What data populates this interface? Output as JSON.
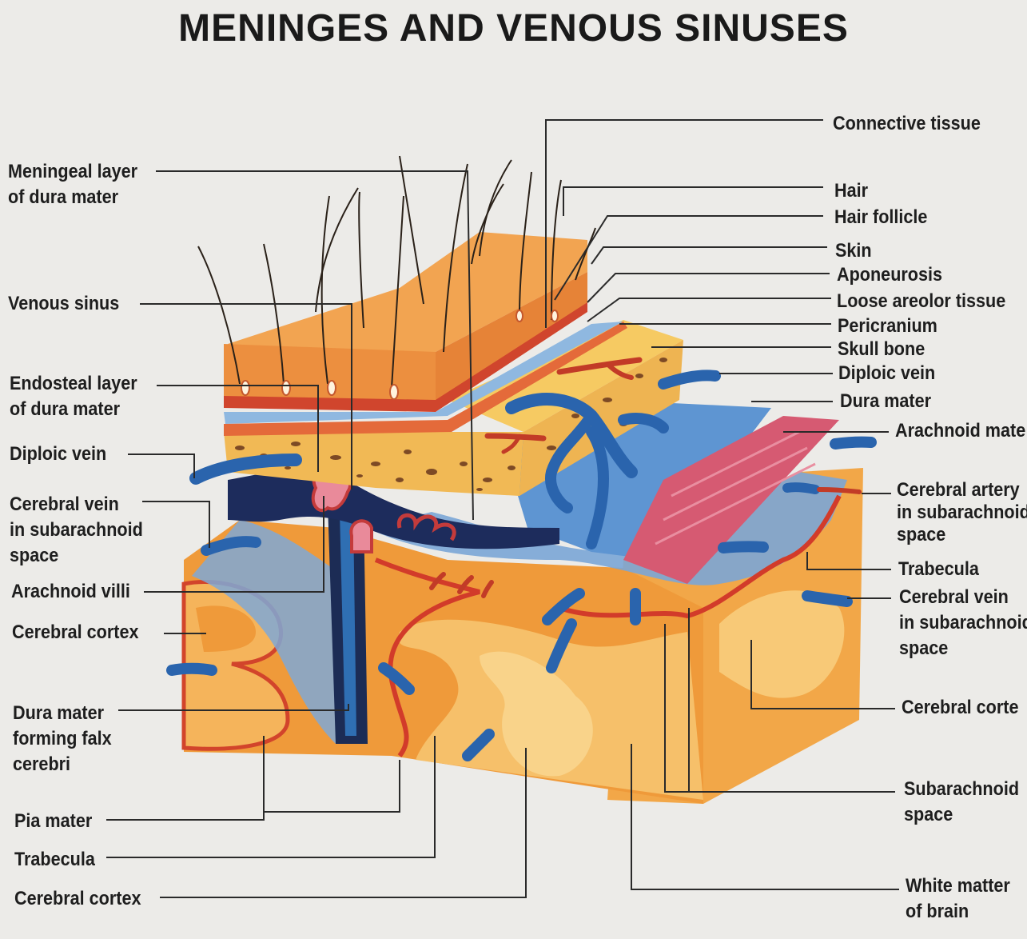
{
  "title": "MENINGES AND VENOUS SINUSES",
  "labels": {
    "connective_tissue": "Connective tissue",
    "meningeal_layer": "Meningeal layer\nof dura mater",
    "hair": "Hair",
    "hair_follicle": "Hair follicle",
    "skin": "Skin",
    "aponeurosis": "Aponeurosis",
    "venous_sinus": "Venous sinus",
    "loose_areolar": "Loose areolor tissue",
    "pericranium": "Pericranium",
    "skull_bone": "Skull bone",
    "endosteal_layer": "Endosteal layer\nof dura mater",
    "diploic_vein_right": "Diploic vein",
    "dura_mater_right": "Dura mater",
    "arachnoid_mater": "Arachnoid mate",
    "diploic_vein_left": "Diploic vein",
    "cerebral_vein_left": "Cerebral vein\nin subarachnoid\nspace",
    "cerebral_artery": "Cerebral artery\nin subarachnoid\nspace",
    "trabecula_right": "Trabecula",
    "arachnoid_villi": "Arachnoid villi",
    "cerebral_vein_right": "Cerebral vein\nin subarachnoid\nspace",
    "cerebral_cortex_left": "Cerebral cortex",
    "falx": "Dura mater\nforming falx\ncerebri",
    "cerebral_cortex_right": "Cerebral corte",
    "subarachnoid_space": "Subarachnoid\nspace",
    "pia_mater": "Pia mater",
    "trabecula_bottom": "Trabecula",
    "cerebral_cortex_bottom": "Cerebral cortex",
    "white_matter": "White matter\nof brain"
  },
  "colors": {
    "background": "#ecebe8",
    "skin": "#e98a3c",
    "skin_top": "#f2a451",
    "bone": "#f3c25f",
    "dura": "#6a9ed6",
    "arachnoid": "#d9546b",
    "vein": "#2f6fb3",
    "artery": "#c8402a",
    "cortex": "#ee9a3a",
    "white_matter": "#f7c56a",
    "subarachnoid": "#8fb3d9",
    "leader_line": "#2a2a2a"
  }
}
